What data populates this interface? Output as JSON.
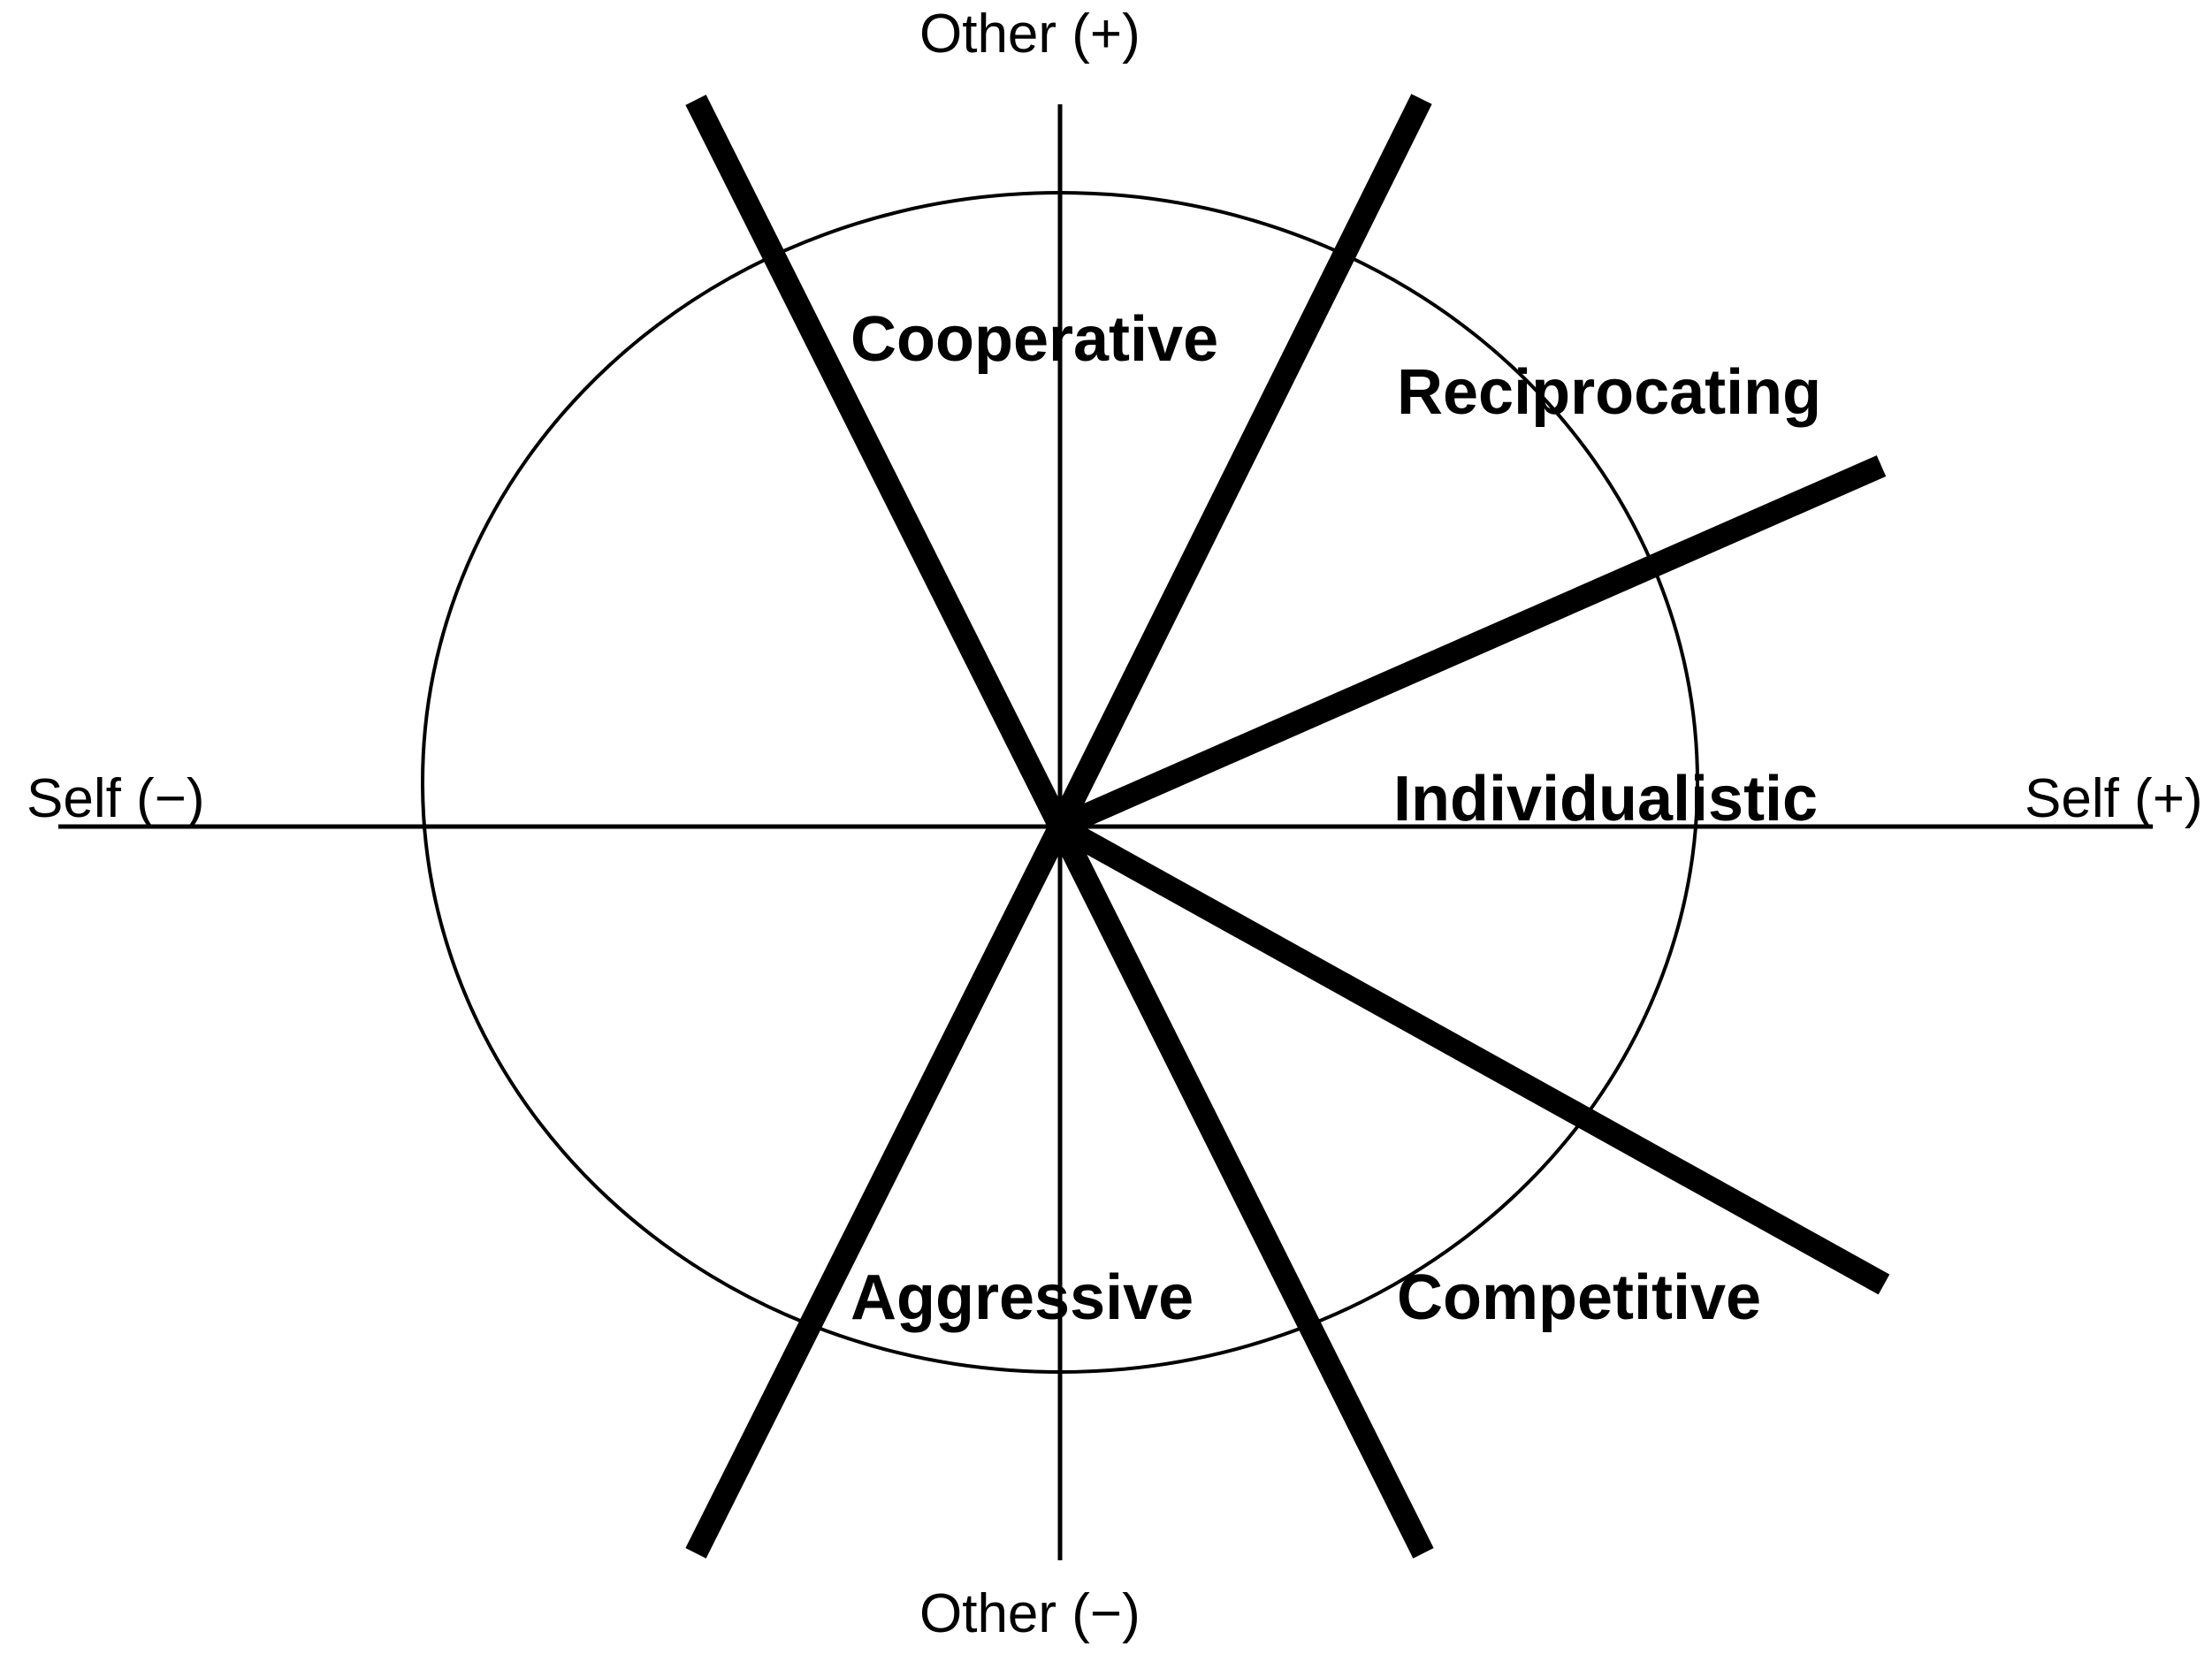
{
  "figure": {
    "type": "social-value-orientation-ring",
    "background_color": "#ffffff",
    "stroke_color": "#000000"
  },
  "axes": {
    "vertical": {
      "positive_label": "Other (+)",
      "negative_label": "Other (−)"
    },
    "horizontal": {
      "negative_label": "Self (−)",
      "positive_label": "Self (+)"
    }
  },
  "regions": [
    {
      "id": "cooperative",
      "label": "Cooperative"
    },
    {
      "id": "reciprocating",
      "label": "Reciprocating"
    },
    {
      "id": "individualistic",
      "label": "Individualistic"
    },
    {
      "id": "competitive",
      "label": "Competitive"
    },
    {
      "id": "aggressive",
      "label": "Aggressive"
    }
  ],
  "chart_data": {
    "type": "scatter",
    "title": "",
    "xlabel": "Self",
    "ylabel": "Other",
    "grid": false,
    "legend_position": "none",
    "xlim": [
      -1,
      1
    ],
    "ylim": [
      -1,
      1
    ],
    "center": {
      "x": 1199,
      "y": 935
    },
    "ring": {
      "cx": 1199,
      "cy": 885,
      "rx": 721,
      "ry": 667
    },
    "axis_ticks": [],
    "boundary_rays": [
      {
        "id": "ray-cooperative-upper-left",
        "angle_deg": 112,
        "end_x": 787,
        "end_y": 113
      },
      {
        "id": "ray-cooperative-upper-right",
        "angle_deg": 65,
        "end_x": 1608,
        "end_y": 112
      },
      {
        "id": "ray-reciprocating-right",
        "angle_deg": 24,
        "end_x": 2128,
        "end_y": 527
      },
      {
        "id": "ray-individualistic-lower",
        "angle_deg": -25,
        "end_x": 2131,
        "end_y": 1453
      },
      {
        "id": "ray-competitive-lower",
        "angle_deg": -65,
        "end_x": 1610,
        "end_y": 1757
      },
      {
        "id": "ray-aggressive-lower-left",
        "angle_deg": -112,
        "end_x": 787,
        "end_y": 1757
      }
    ],
    "sectors": [
      {
        "name": "Cooperative",
        "start_angle_deg": 65,
        "end_angle_deg": 112
      },
      {
        "name": "Reciprocating",
        "start_angle_deg": 24,
        "end_angle_deg": 65
      },
      {
        "name": "Individualistic",
        "start_angle_deg": -25,
        "end_angle_deg": 24
      },
      {
        "name": "Competitive",
        "start_angle_deg": -65,
        "end_angle_deg": -25
      },
      {
        "name": "Aggressive",
        "start_angle_deg": -112,
        "end_angle_deg": -65
      }
    ]
  }
}
